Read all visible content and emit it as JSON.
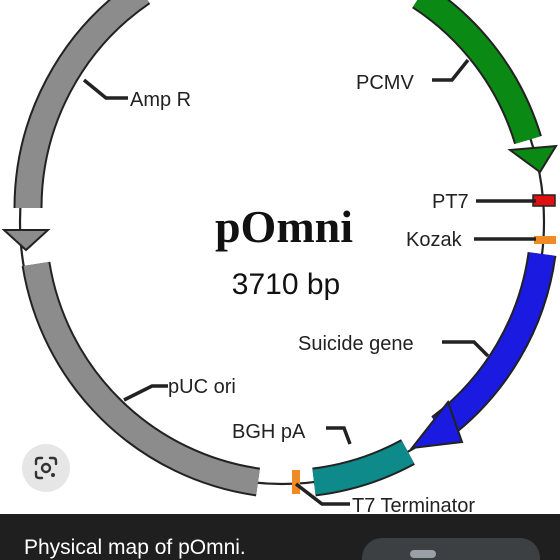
{
  "plasmid": {
    "name": "pOmni",
    "size": "3710 bp"
  },
  "features": {
    "amp_r": "Amp R",
    "pcmv": "PCMV",
    "pt7": "PT7",
    "kozak": "Kozak",
    "suicide_gene": "Suicide gene",
    "puc_ori": "pUC ori",
    "bgh_pa": "BGH pA",
    "t7_terminator": "T7 Terminator"
  },
  "colors": {
    "amp_r": "#8c8c8c",
    "puc_ori": "#8c8c8c",
    "pcmv": "#0a8a14",
    "pt7": "#e01010",
    "kozak": "#f08a24",
    "suicide_gene": "#1a1ae0",
    "bgh_pa": "#0e8a8a",
    "t7_terminator": "#f08a24",
    "backbone": "#222222"
  },
  "footer": {
    "caption": "Physical map of pOmni.",
    "lens_icon": "google-lens-icon"
  }
}
